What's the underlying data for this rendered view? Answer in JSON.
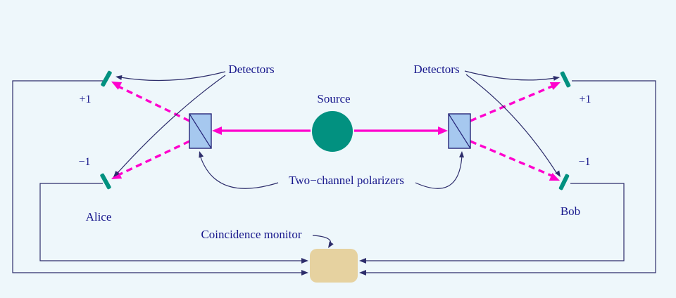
{
  "diagram": {
    "description": "Two-channel Bell test schematic",
    "labels": {
      "source": "Source",
      "detectors_left": "Detectors",
      "detectors_right": "Detectors",
      "polarizers": "Two−channel polarizers",
      "coincidence": "Coincidence monitor",
      "alice": "Alice",
      "bob": "Bob",
      "plus_one_left": "+1",
      "minus_one_left": "−1",
      "plus_one_right": "+1",
      "minus_one_right": "−1"
    },
    "colors": {
      "background": "#eef7fb",
      "teal": "#029180",
      "magenta": "#ff00cd",
      "polarizer_fill": "#a6c8ef",
      "polarizer_border": "#27277a",
      "wire": "#2d2d6b",
      "text": "#17178c",
      "monitor_fill": "#e6d2a0"
    }
  }
}
